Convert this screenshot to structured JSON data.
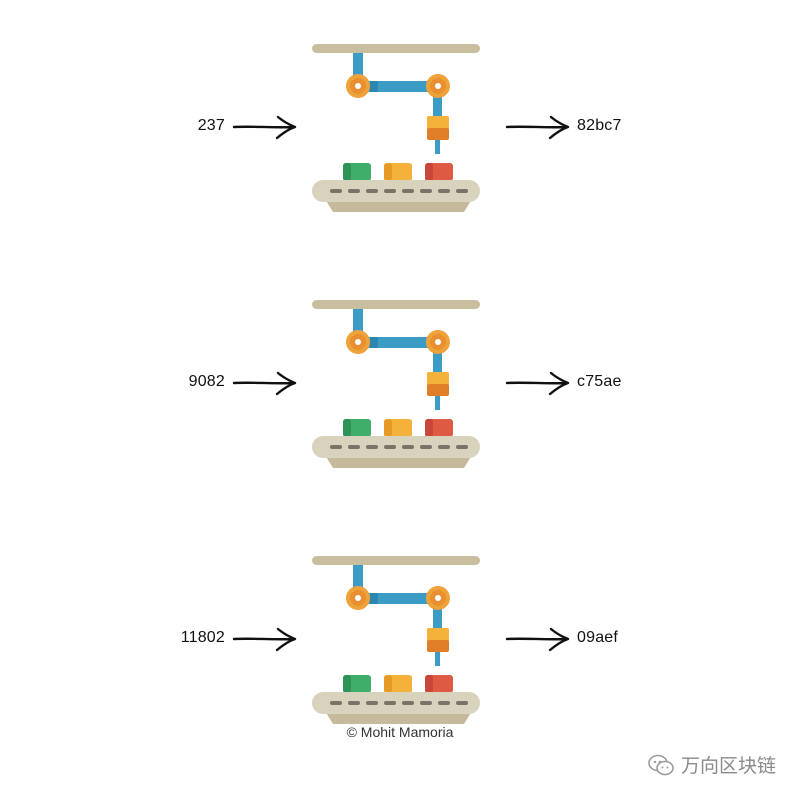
{
  "stages": [
    {
      "input": "237",
      "output": "82bc7"
    },
    {
      "input": "9082",
      "output": "c75ae"
    },
    {
      "input": "11802",
      "output": "09aef"
    }
  ],
  "credit": "© Mohit Mamoria",
  "watermark": "万向区块链",
  "icons": {
    "arrow": "arrow-right-icon",
    "machine": "robot-arm-conveyor-icon",
    "watermark": "wechat-icon"
  },
  "colors": {
    "rail": "#c9bfa0",
    "arm": "#3b9cc6",
    "joint": "#f0a23a",
    "joint_dark": "#e07f28",
    "box_green": "#3fae6a",
    "box_yellow": "#f4b23a",
    "box_red": "#de5a43",
    "belt": "#d9d2bd",
    "belt_dark": "#c5bb9c"
  }
}
